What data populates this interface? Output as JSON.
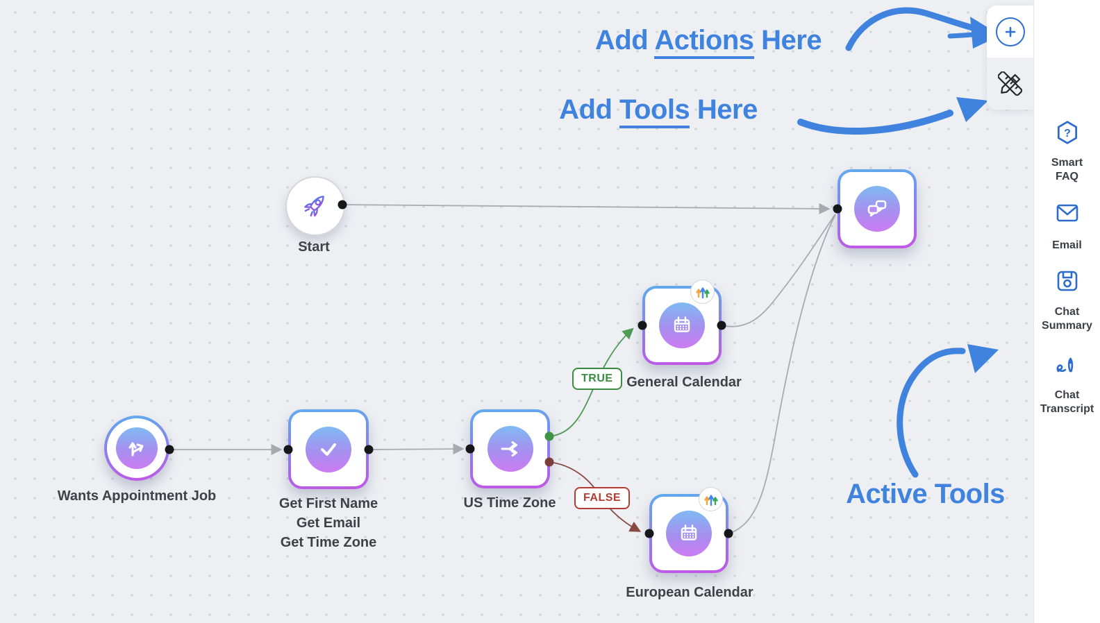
{
  "annotations": {
    "add_actions": {
      "prefix": "Add",
      "highlight": "Actions",
      "suffix": "Here"
    },
    "add_tools": {
      "prefix": "Add",
      "highlight": "Tools",
      "suffix": "Here"
    },
    "active_tools": "Active Tools",
    "accent_color": "#3f83de"
  },
  "toolbar": {
    "add_icon": "plus-icon",
    "tools_icon": "design-tools-icon"
  },
  "flow": {
    "nodes": [
      {
        "id": "start",
        "label": "Start",
        "icon": "rocket-icon"
      },
      {
        "id": "wants-appointment-job",
        "label": "Wants Appointment Job",
        "icon": "branch-arrows-icon"
      },
      {
        "id": "collect-info",
        "lines": [
          "Get First Name",
          "Get Email",
          "Get Time Zone"
        ],
        "icon": "check-icon"
      },
      {
        "id": "us-time-zone",
        "label": "US Time Zone",
        "icon": "split-icon"
      },
      {
        "id": "general-calendar",
        "label": "General Calendar",
        "icon": "calendar-icon",
        "badge": "calendar-sync-badge"
      },
      {
        "id": "european-calendar",
        "label": "European Calendar",
        "icon": "calendar-icon",
        "badge": "calendar-sync-badge"
      },
      {
        "id": "send-message",
        "label": "",
        "icon": "chat-bubbles-icon"
      }
    ],
    "branch_labels": {
      "true_label": "TRUE",
      "false_label": "FALSE"
    },
    "edges": [
      {
        "from": "start",
        "to": "send-message"
      },
      {
        "from": "wants-appointment-job",
        "to": "collect-info"
      },
      {
        "from": "collect-info",
        "to": "us-time-zone"
      },
      {
        "from": "us-time-zone",
        "to": "general-calendar",
        "branch": "TRUE"
      },
      {
        "from": "us-time-zone",
        "to": "european-calendar",
        "branch": "FALSE"
      },
      {
        "from": "general-calendar",
        "to": "send-message"
      },
      {
        "from": "european-calendar",
        "to": "send-message"
      }
    ],
    "colors": {
      "true_branch": "#3a8a40",
      "false_branch": "#b23c32",
      "edge_gray": "#a7aaae",
      "node_gradient_top": "#5fabee",
      "node_gradient_bottom": "#c455e6"
    }
  },
  "sidebar": {
    "faq_glyph": "?",
    "items": [
      {
        "icon": "faq-hexagon-icon",
        "lines": [
          "Smart",
          "FAQ"
        ]
      },
      {
        "icon": "email-icon",
        "lines": [
          "Email"
        ]
      },
      {
        "icon": "save-icon",
        "lines": [
          "Chat",
          "Summary"
        ]
      },
      {
        "icon": "signature-icon",
        "lines": [
          "Chat",
          "Transcript"
        ]
      }
    ]
  }
}
